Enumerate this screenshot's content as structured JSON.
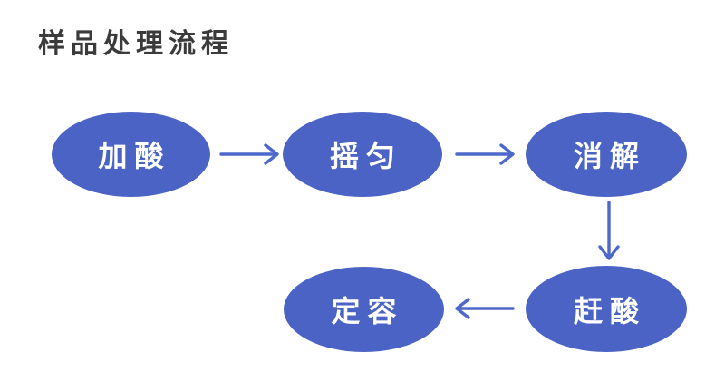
{
  "title": "样品处理流程",
  "diagram": {
    "type": "flowchart",
    "nodes": [
      {
        "id": "jia-suan",
        "label": "加酸",
        "shape": "ellipse",
        "row": 1,
        "col": 1
      },
      {
        "id": "yao-yun",
        "label": "摇匀",
        "shape": "ellipse",
        "row": 1,
        "col": 2
      },
      {
        "id": "xiao-jie",
        "label": "消解",
        "shape": "ellipse",
        "row": 1,
        "col": 3
      },
      {
        "id": "gan-suan",
        "label": "赶酸",
        "shape": "ellipse",
        "row": 2,
        "col": 3
      },
      {
        "id": "ding-rong",
        "label": "定容",
        "shape": "ellipse",
        "row": 2,
        "col": 2
      }
    ],
    "edges": [
      {
        "from": "加酸",
        "to": "摇匀",
        "direction": "right"
      },
      {
        "from": "摇匀",
        "to": "消解",
        "direction": "right"
      },
      {
        "from": "消解",
        "to": "赶酸",
        "direction": "down"
      },
      {
        "from": "赶酸",
        "to": "定容",
        "direction": "left"
      }
    ]
  },
  "colors": {
    "background": "#FFFFFF",
    "node_fill": "#4A63C4",
    "node_text": "#FFFFFF",
    "arrow": "#4D68CA",
    "title_text": "#3B3B3B"
  }
}
